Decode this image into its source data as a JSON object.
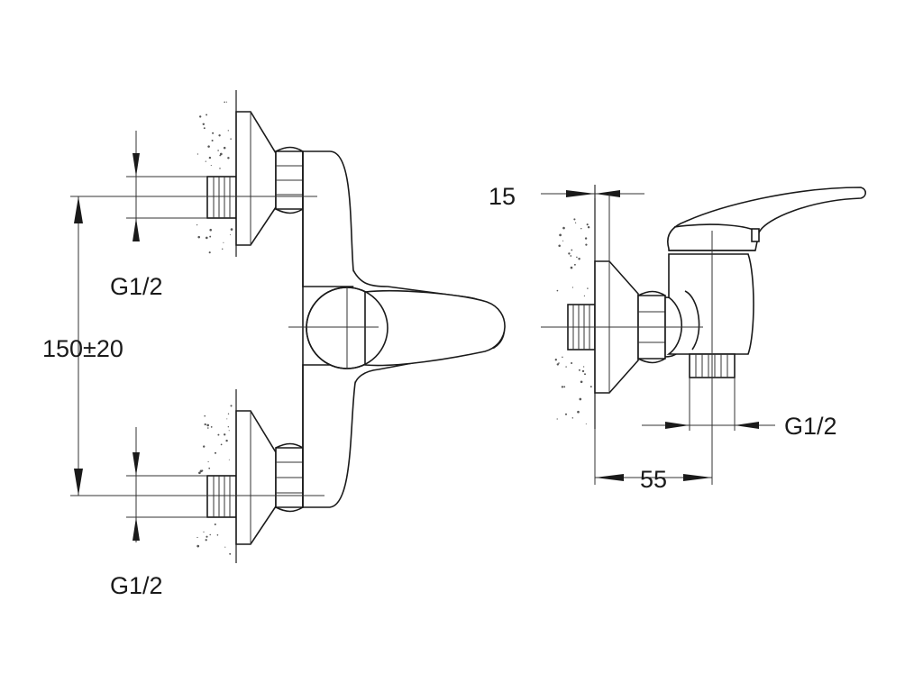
{
  "drawing": {
    "type": "technical-drawing",
    "subject": "wall-mounted single-lever shower mixer",
    "views": [
      "front",
      "side"
    ],
    "dimensions": {
      "centre_distance": "150±20",
      "inlet_thread_top": "G1/2",
      "inlet_thread_bottom": "G1/2",
      "wall_offset": "15",
      "projection": "55",
      "outlet_thread": "G1/2"
    },
    "colors": {
      "line": "#1a1a1a",
      "background": "#ffffff"
    }
  }
}
